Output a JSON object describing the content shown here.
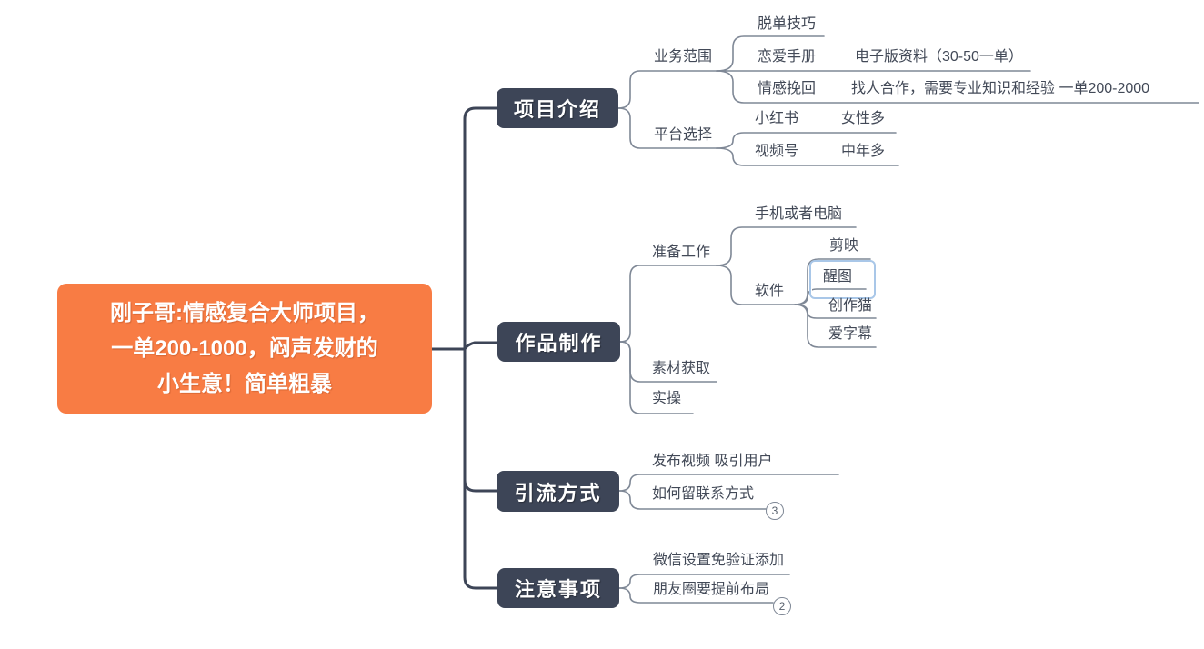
{
  "colors": {
    "root_bg": "#F87C44",
    "branch_bg": "#3D4557",
    "trunk_line": "#3D4557",
    "sub_line": "#7F8896",
    "selection_border": "#A9C7E8",
    "topic_text": "#424957"
  },
  "root": {
    "line1": "刚子哥:情感复合大师项目，",
    "line2": "一单200-1000，闷声发财的",
    "line3": "小生意！简单粗暴"
  },
  "branches": {
    "b1": {
      "label": "项目介绍",
      "children": {
        "business": {
          "label": "业务范围",
          "items": {
            "i1": {
              "label": "脱单技巧"
            },
            "i2": {
              "label": "恋爱手册",
              "note": "电子版资料（30-50一单）"
            },
            "i3": {
              "label": "情感挽回",
              "note": "找人合作，需要专业知识和经验 一单200-2000"
            }
          }
        },
        "platform": {
          "label": "平台选择",
          "items": {
            "i1": {
              "label": "小红书",
              "note": "女性多"
            },
            "i2": {
              "label": "视频号",
              "note": "中年多"
            }
          }
        }
      }
    },
    "b2": {
      "label": "作品制作",
      "children": {
        "prep": {
          "label": "准备工作",
          "items": {
            "device": {
              "label": "手机或者电脑"
            },
            "software": {
              "label": "软件",
              "apps": {
                "a1": {
                  "label": "剪映"
                },
                "a2": {
                  "label": "醒图",
                  "selected": true
                },
                "a3": {
                  "label": "创作猫"
                },
                "a4": {
                  "label": "爱字幕"
                }
              }
            }
          }
        },
        "material": {
          "label": "素材获取"
        },
        "practice": {
          "label": "实操"
        }
      }
    },
    "b3": {
      "label": "引流方式",
      "children": {
        "c1": {
          "label": "发布视频 吸引用户"
        },
        "c2": {
          "label": "如何留联系方式",
          "badge": "3"
        }
      }
    },
    "b4": {
      "label": "注意事项",
      "children": {
        "c1": {
          "label": "微信设置免验证添加"
        },
        "c2": {
          "label": "朋友圈要提前布局",
          "badge": "2"
        }
      }
    }
  }
}
